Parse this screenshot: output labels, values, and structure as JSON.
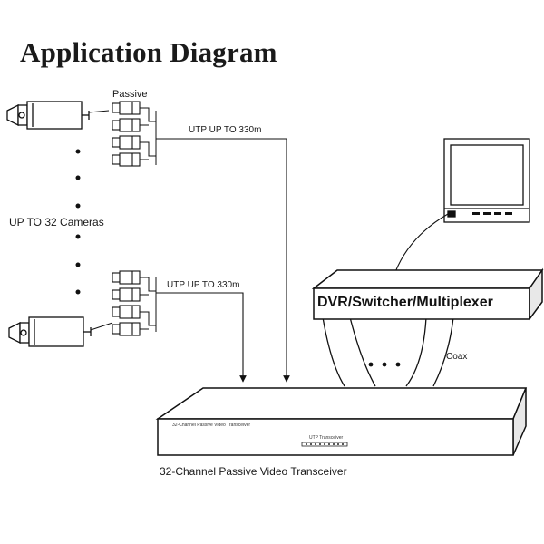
{
  "diagram": {
    "title": "Application Diagram",
    "passive_label": "Passive",
    "utp_top": "UTP UP TO 330m",
    "utp_bottom": "UTP UP TO 330m",
    "cameras_label": "UP TO 32 Cameras",
    "dvr_label": "DVR/Switcher/Multiplexer",
    "coax_label": "Coax",
    "transceiver_label": "32-Channel Passive Video Transceiver",
    "transceiver_front_left": "32-Channel Passive Video Transceiver",
    "transceiver_front_center": "UTP Transceiver"
  }
}
